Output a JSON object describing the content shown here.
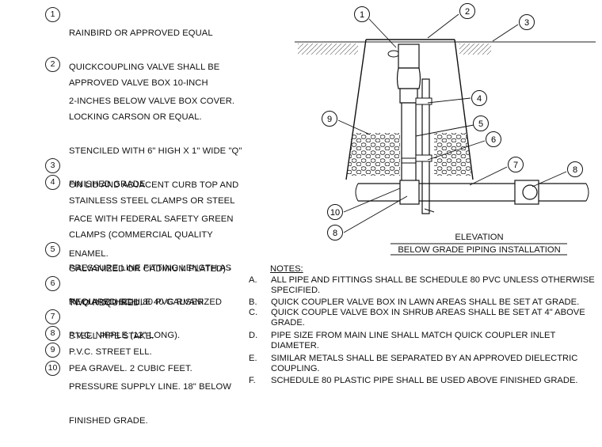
{
  "legend_items": [
    {
      "num": "1",
      "lines": [
        "RAINBIRD OR APPROVED EQUAL",
        "QUICKCOUPLING VALVE SHALL BE",
        "2-INCHES BELOW VALVE BOX COVER."
      ]
    },
    {
      "num": "2",
      "lines": [
        "APPROVED VALVE BOX 10-INCH",
        "LOCKING CARSON OR EQUAL.",
        "STENCILED WITH 6\" HIGH X 1\" WIDE \"Q\"",
        "ON LID AND ADJACENT CURB TOP AND",
        "FACE WITH FEDERAL SAFETY GREEN",
        "ENAMEL."
      ]
    },
    {
      "num": "3",
      "lines": [
        "FINISHED GRADE."
      ]
    },
    {
      "num": "4",
      "lines": [
        "STAINLESS STEEL CLAMPS OR STEEL",
        "CLAMPS (COMMERCIAL QUALITY",
        "GALVANIZED OR CADMIUM PLATED) -",
        "TWO REQUIRED."
      ]
    },
    {
      "num": "5",
      "lines": [
        "PRESSURE LINE FITTING LENGTH AS",
        "REQUIRED SCH. 80 PVC RISER."
      ]
    },
    {
      "num": "6",
      "lines": [
        "¾\" DIA. SCHEDULE 40 GALVANIZED",
        "STEEL PIPE STAKE."
      ]
    },
    {
      "num": "7",
      "lines": [
        "P.V.C. NIPPLE (12\" LONG)."
      ]
    },
    {
      "num": "8",
      "lines": [
        "P.V.C. STREET ELL."
      ]
    },
    {
      "num": "9",
      "lines": [
        "PEA GRAVEL. 2 CUBIC FEET."
      ]
    },
    {
      "num": "10",
      "lines": [
        "PRESSURE SUPPLY LINE. 18\" BELOW",
        "FINISHED GRADE."
      ]
    }
  ],
  "callouts": [
    "1",
    "2",
    "3",
    "4",
    "5",
    "6",
    "7",
    "8",
    "9",
    "10",
    "8"
  ],
  "caption": {
    "line1": "ELEVATION",
    "line2": "BELOW GRADE PIPING INSTALLATION"
  },
  "notes": {
    "title": "NOTES:",
    "items": [
      {
        "letter": "A.",
        "text": "ALL PIPE AND FITTINGS SHALL BE SCHEDULE 80 PVC UNLESS OTHERWISE SPECIFIED."
      },
      {
        "letter": "B.",
        "text": "QUICK COUPLER VALVE BOX IN LAWN AREAS SHALL BE SET AT GRADE."
      },
      {
        "letter": "C.",
        "text": "QUICK COUPLE VALVE BOX IN SHRUB AREAS SHALL BE SET AT 4\" ABOVE GRADE."
      },
      {
        "letter": "D.",
        "text": "PIPE SIZE FROM MAIN LINE SHALL MATCH QUICK COUPLER INLET DIAMETER."
      },
      {
        "letter": "E.",
        "text": "SIMILAR METALS SHALL BE SEPARATED BY AN APPROVED DIELECTRIC COUPLING."
      },
      {
        "letter": "F.",
        "text": "SCHEDULE 80 PLASTIC PIPE SHALL BE USED ABOVE FINISHED GRADE."
      }
    ]
  }
}
